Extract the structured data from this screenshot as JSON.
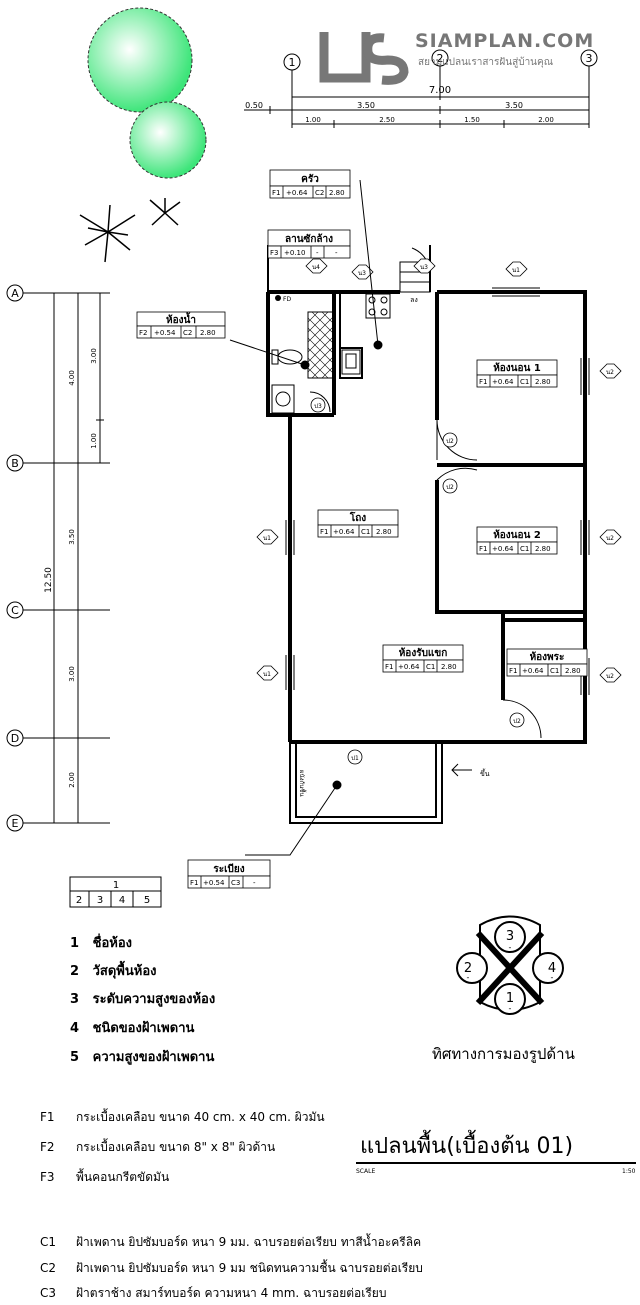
{
  "brand": {
    "name": "SIAMPLAN.COM",
    "tagline": "สยามแปลนเราสารฝันสู่บ้านคุณ"
  },
  "dimensions": {
    "total": "7.00",
    "top_row1": [
      "0.50",
      "3.50",
      "3.50"
    ],
    "top_row2": [
      "1.00",
      "2.50",
      "1.50",
      "2.00"
    ],
    "left_total": "12.50",
    "left_outer": [
      "4.00",
      "3.50",
      "3.00",
      "2.00"
    ],
    "left_inner": [
      "3.00",
      "1.00"
    ]
  },
  "grid": {
    "columns": [
      "1",
      "2",
      "3"
    ],
    "rows": [
      "A",
      "B",
      "C",
      "D",
      "E"
    ]
  },
  "rooms": [
    {
      "name": "ครัว",
      "f": "F1",
      "level": "+0.64",
      "c": "C2",
      "height": "2.80"
    },
    {
      "name": "ลานซักล้าง",
      "f": "F3",
      "level": "+0.10",
      "c": "-",
      "height": "-"
    },
    {
      "name": "ห้องน้ำ",
      "f": "F2",
      "level": "+0.54",
      "c": "C2",
      "height": "2.80"
    },
    {
      "name": "ห้องนอน 1",
      "f": "F1",
      "level": "+0.64",
      "c": "C1",
      "height": "2.80"
    },
    {
      "name": "โถง",
      "f": "F1",
      "level": "+0.64",
      "c": "C1",
      "height": "2.80"
    },
    {
      "name": "ห้องนอน 2",
      "f": "F1",
      "level": "+0.64",
      "c": "C1",
      "height": "2.80"
    },
    {
      "name": "ห้องรับแขก",
      "f": "F1",
      "level": "+0.64",
      "c": "C1",
      "height": "2.80"
    },
    {
      "name": "ห้องพระ",
      "f": "F1",
      "level": "+0.64",
      "c": "C1",
      "height": "2.80"
    },
    {
      "name": "ระเบียง",
      "f": "F1",
      "level": "+0.54",
      "c": "C3",
      "height": "-"
    }
  ],
  "tags": {
    "w1": "น1",
    "w2": "น2",
    "w3": "น3",
    "w4": "น4",
    "d1": "ป1",
    "d2": "ป2",
    "d3": "ป3",
    "down": "ลง",
    "up": "ขึ้น",
    "fd": "FD",
    "wall_note": "ผนังกันชื้น"
  },
  "legend": {
    "key_top": "1",
    "key_bottom": [
      "2",
      "3",
      "4",
      "5"
    ],
    "items": [
      {
        "num": "1",
        "text": "ชื่อห้อง"
      },
      {
        "num": "2",
        "text": "วัสดุพื้นห้อง"
      },
      {
        "num": "3",
        "text": "ระดับความสูงของห้อง"
      },
      {
        "num": "4",
        "text": "ชนิดของฝ้าเพดาน"
      },
      {
        "num": "5",
        "text": "ความสูงของฝ้าเพดาน"
      }
    ]
  },
  "orientation": {
    "labels": [
      "3",
      "2",
      "4",
      "1"
    ],
    "dash": "-",
    "caption": "ทิศทางการมองรูปด้าน"
  },
  "floor_notes": [
    {
      "code": "F1",
      "text": "กระเบื้องเคลือบ ขนาด 40 cm. x 40 cm. ผิวมัน"
    },
    {
      "code": "F2",
      "text": "กระเบื้องเคลือบ ขนาด 8\" x 8\" ผิวด้าน"
    },
    {
      "code": "F3",
      "text": "พื้นคอนกรีตขัดมัน"
    }
  ],
  "ceiling_notes": [
    {
      "code": "C1",
      "text": "ฝ้าเพดาน ยิปซัมบอร์ด หนา 9 มม. ฉาบรอยต่อเรียบ ทาสีน้ำอะครีลิค"
    },
    {
      "code": "C2",
      "text": "ฝ้าเพดาน ยิปซัมบอร์ด หนา 9 มม ชนิดทนความชื้น ฉาบรอยต่อเรียบ"
    },
    {
      "code": "C3",
      "text": "ฝ้าตราช้าง สมาร์ทบอร์ด ความหนา 4 mm. ฉาบรอยต่อเรียบ"
    }
  ],
  "title": {
    "main": "แปลนพื้น(เบื้องต้น 01)",
    "scale_label": "SCALE",
    "scale_value": "1:50"
  },
  "colors": {
    "tree": "#3ee57a",
    "wall": "#000000",
    "brand": "#777777"
  }
}
